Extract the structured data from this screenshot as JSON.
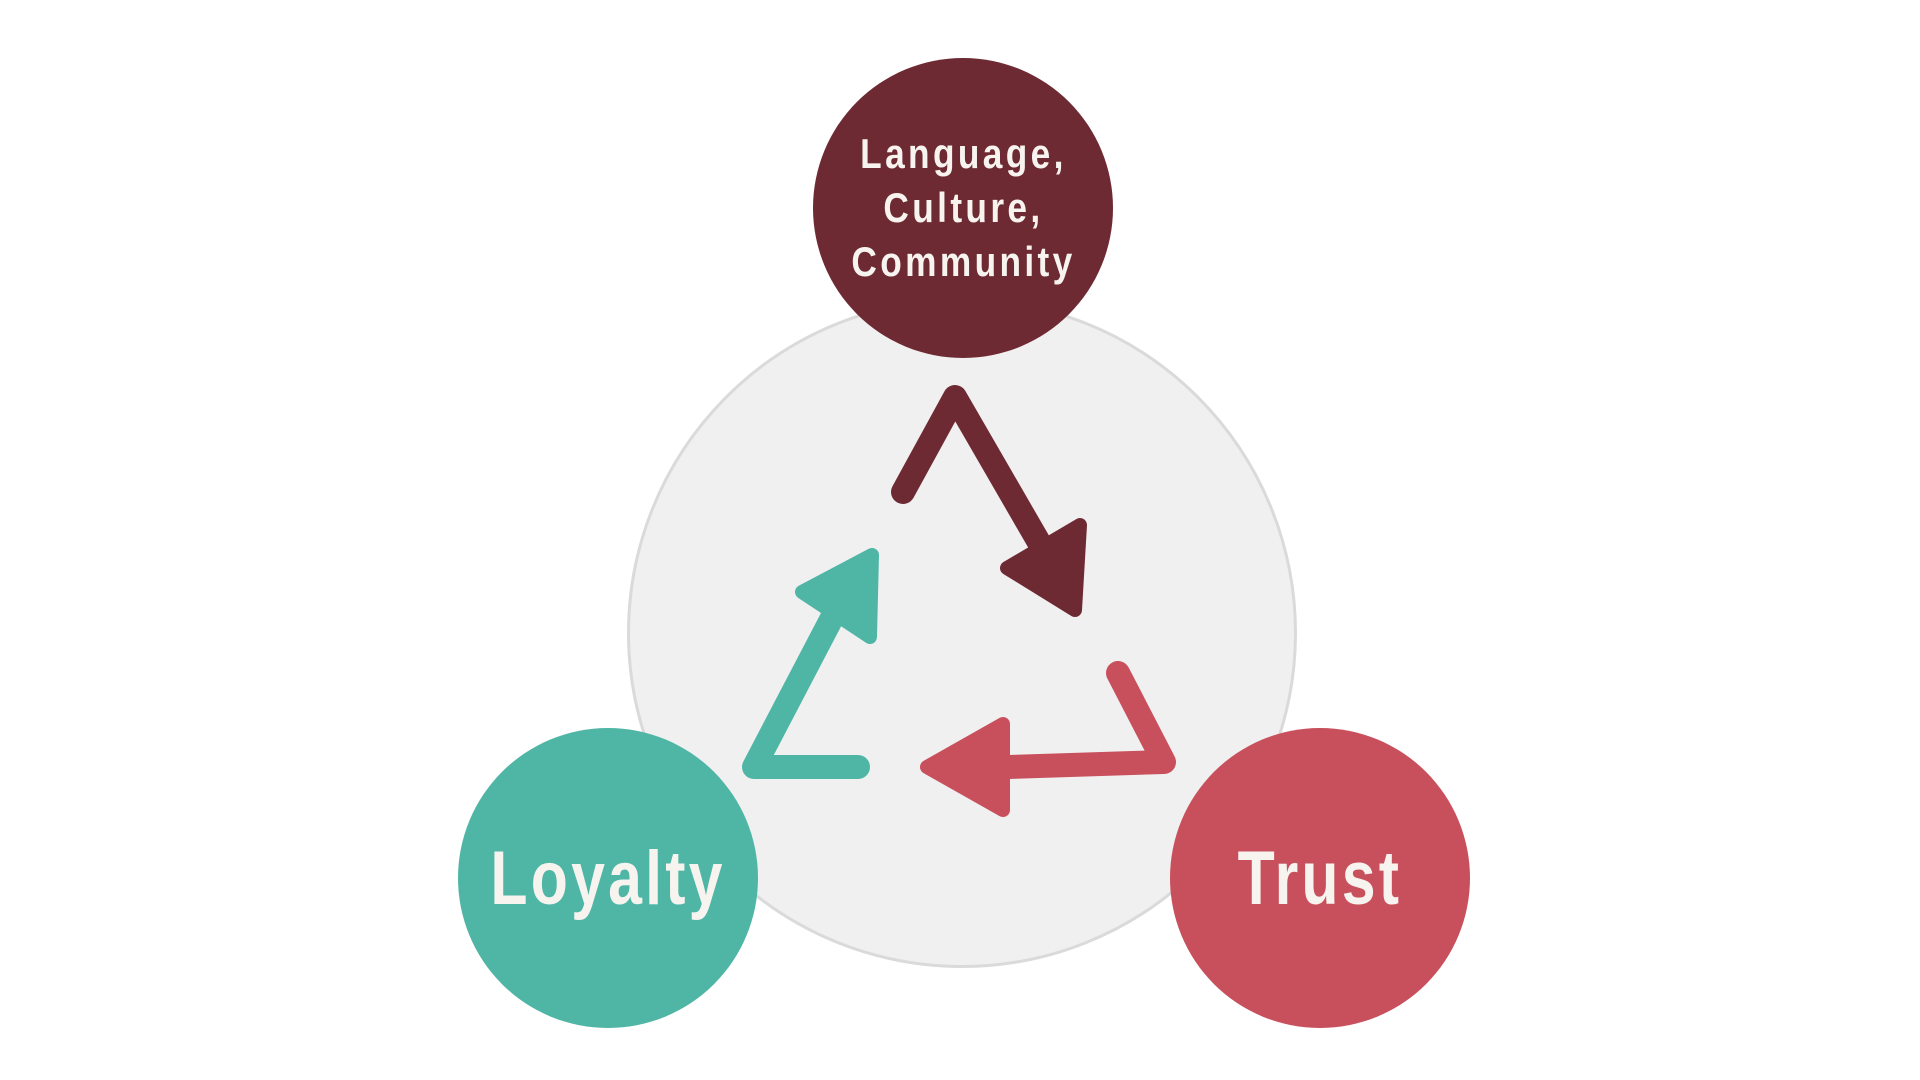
{
  "diagram": {
    "type": "cycle-diagram",
    "background_color": "#FFFFFF",
    "hub": {
      "fill": "#F1F0F0",
      "border": "#DBDADA"
    },
    "text_color": "#F7F3EF",
    "nodes": [
      {
        "id": "language-culture-community",
        "label": "Language, Culture, Community",
        "lines": [
          "Language,",
          "Culture,",
          "Community"
        ],
        "color": "#6E2A33",
        "position": "top"
      },
      {
        "id": "loyalty",
        "label": "Loyalty",
        "lines": [
          "Loyalty"
        ],
        "color": "#4FB6A6",
        "position": "bottom-left"
      },
      {
        "id": "trust",
        "label": "Trust",
        "lines": [
          "Trust"
        ],
        "color": "#C8505C",
        "position": "bottom-right"
      }
    ],
    "arrows": [
      {
        "from": "language-culture-community",
        "to": "trust",
        "color": "#6E2A33",
        "direction": "top to bottom-right"
      },
      {
        "from": "trust",
        "to": "loyalty",
        "color": "#C8505C",
        "direction": "bottom-right to bottom-left"
      },
      {
        "from": "loyalty",
        "to": "language-culture-community",
        "color": "#4FB6A6",
        "direction": "bottom-left to top"
      }
    ]
  }
}
